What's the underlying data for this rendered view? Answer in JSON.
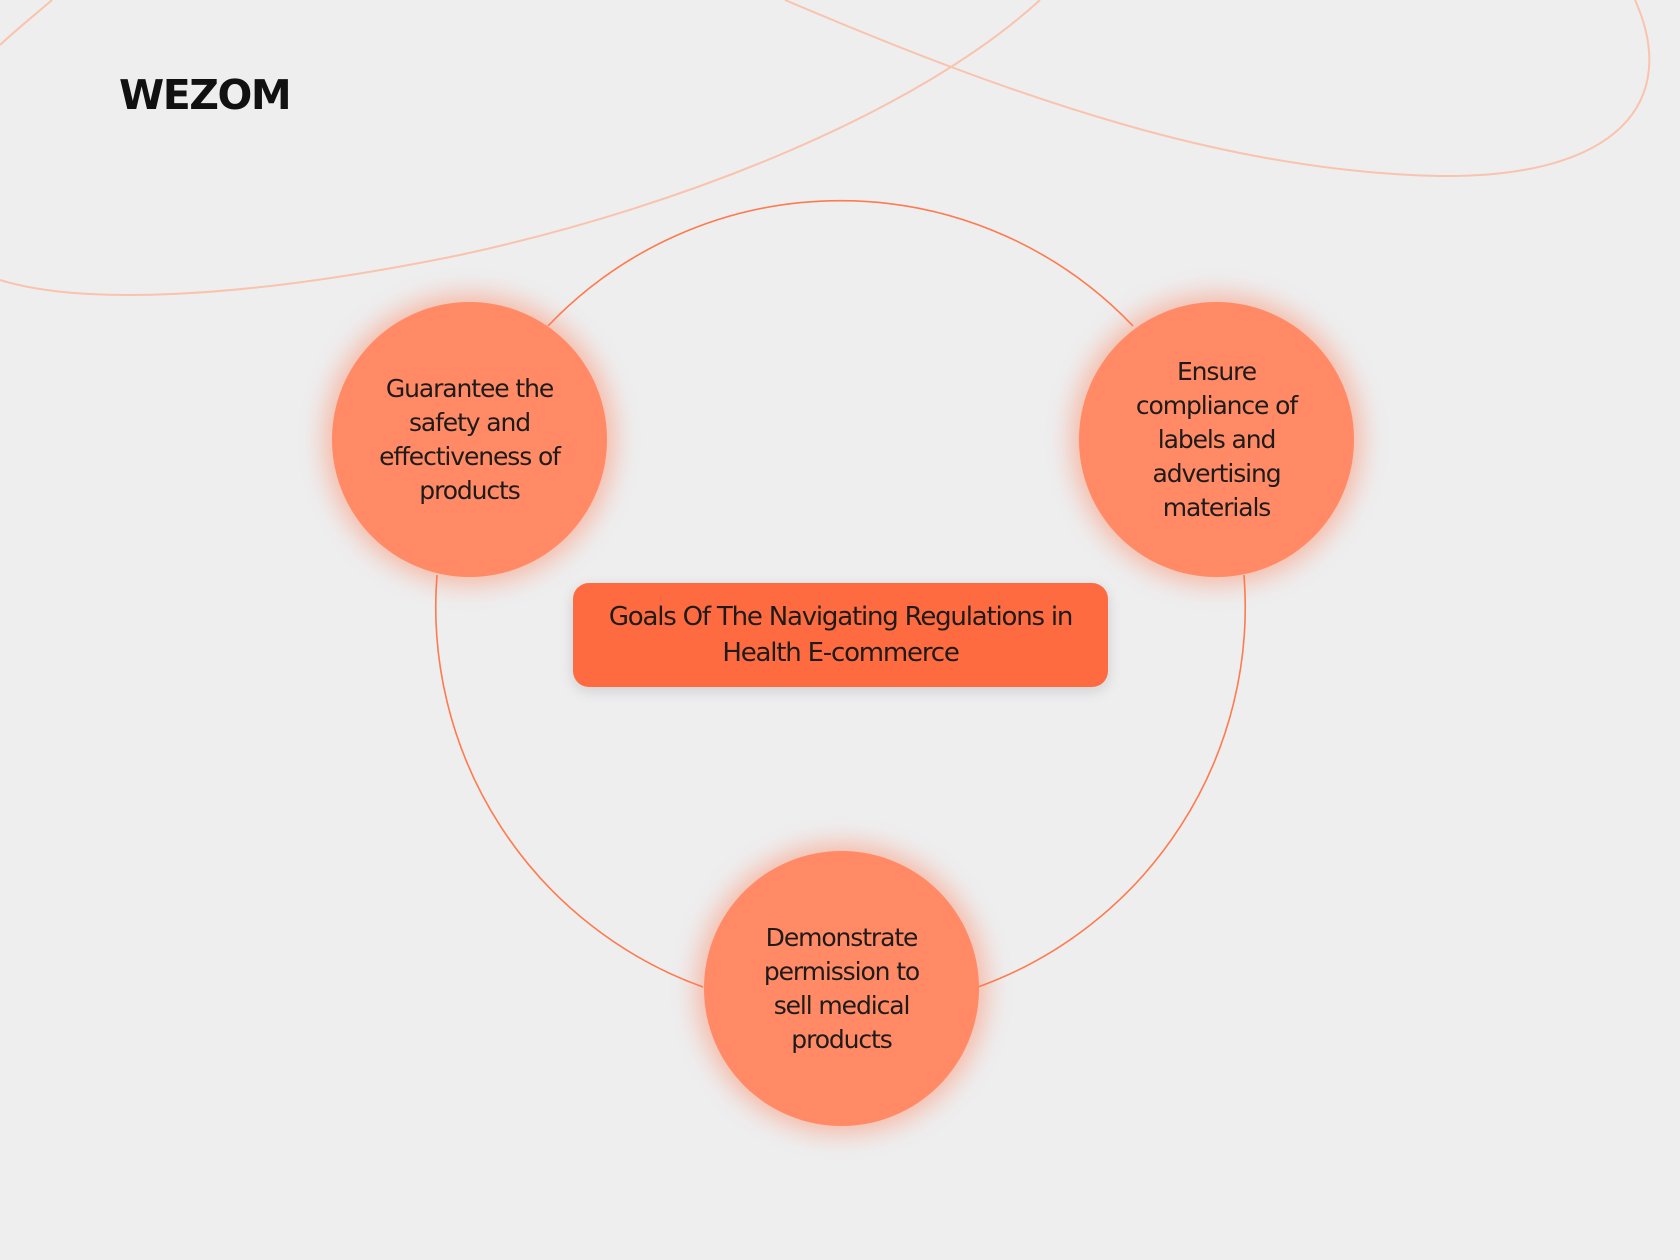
{
  "brand": {
    "logo_text": "WEZOM"
  },
  "diagram": {
    "center_title": "Goals Of The Navigating Regulations in Health E-commerce",
    "goals": [
      {
        "label": "Guarantee the safety and effectiveness of products"
      },
      {
        "label": "Ensure compliance of labels and advertising materials"
      },
      {
        "label": "Demonstrate permission to sell medical products"
      }
    ]
  },
  "colors": {
    "background": "#eeeeef",
    "accent": "#ff6b40",
    "node_fill": "#ff8a65",
    "ring_stroke": "#ff7a4d",
    "decor_line": "#f9c3ad",
    "text": "#1e1b1a"
  },
  "icons": {
    "logo": "wezom-logo"
  }
}
